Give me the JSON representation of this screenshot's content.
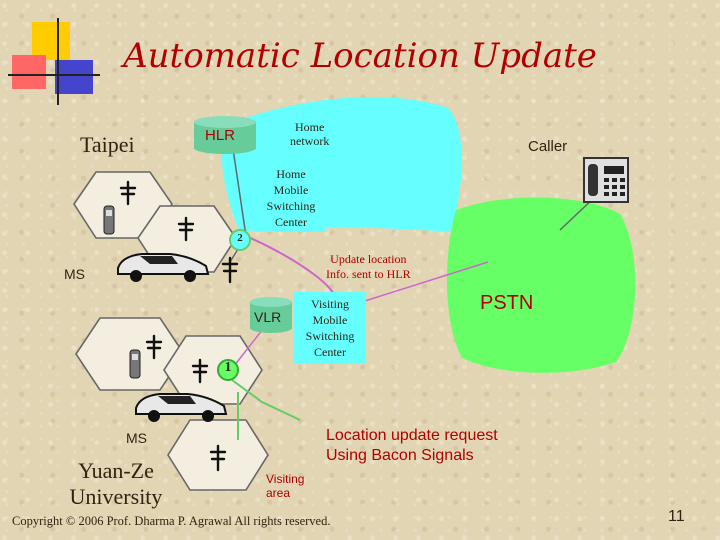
{
  "title": "Automatic Location Update",
  "labels": {
    "taipei": "Taipei",
    "hlr": "HLR",
    "home_network": "Home\nnetwork",
    "caller": "Caller",
    "home_msc": "Home\nMobile\nSwitching\nCenter",
    "step2": "2",
    "update_info": "Update location\nInfo. sent to HLR",
    "ms_top": "MS",
    "vlr": "VLR",
    "visiting_msc": "Visiting\nMobile\nSwitching\nCenter",
    "pstn": "PSTN",
    "step1": "1",
    "location_request": "Location update request\nUsing Bacon Signals",
    "ms_bottom": "MS",
    "yuan_ze": "Yuan-Ze\nUniversity",
    "visiting_area": "Visiting\narea",
    "copyright": "Copyright © 2006 Prof. Dharma P. Agrawal All rights reserved.",
    "page_number": "11"
  },
  "colors": {
    "title": "#b00000",
    "home_network": "#66ffff",
    "pstn_cloud": "#66ff66",
    "hlr_vlr": "#66cc99",
    "red_text": "#b00000",
    "link_green": "#66cc66",
    "link_purple": "#cc66cc"
  },
  "icons": [
    "logo-squares",
    "antenna-icon",
    "mobile-phone-icon",
    "car-icon",
    "telephone-icon",
    "database-icon"
  ]
}
